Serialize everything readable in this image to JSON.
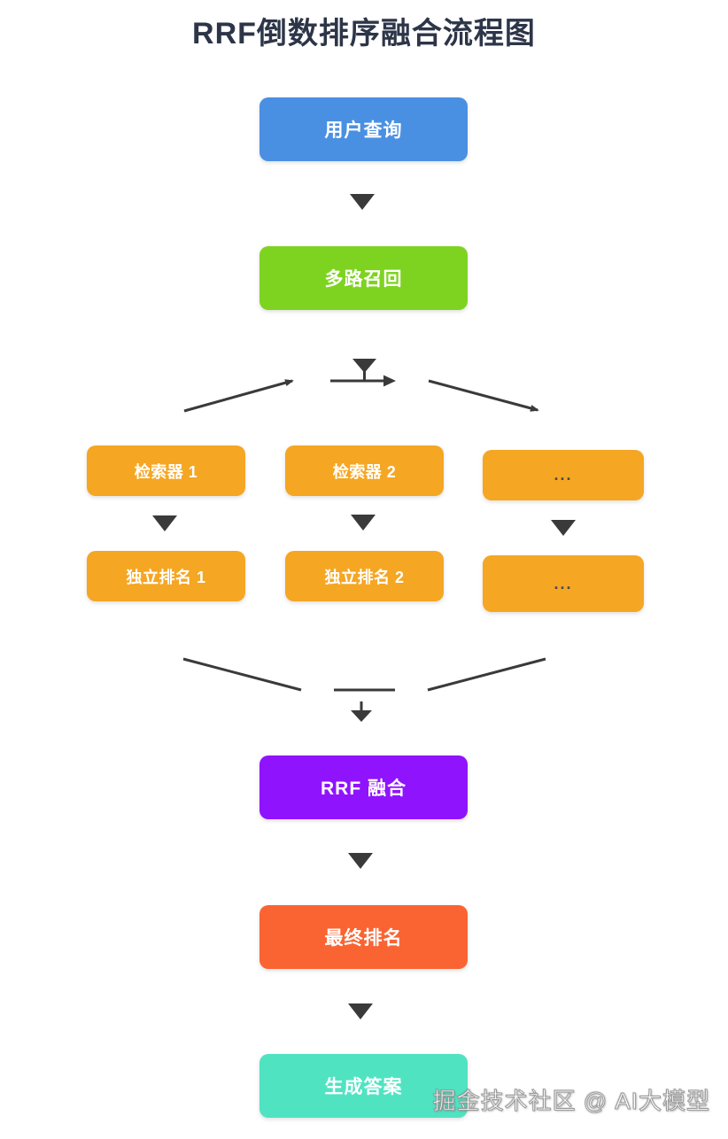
{
  "title": "RRF倒数排序融合流程图",
  "title_color": "#2d3548",
  "arrow_color": "#3a3a3a",
  "watermark": "掘金技术社区 @ AI大模型",
  "nodes": {
    "user_query": {
      "label": "用户查询",
      "color": "#4a90e2"
    },
    "multi_recall": {
      "label": "多路召回",
      "color": "#7ed321"
    },
    "retriever_1": {
      "label": "检索器 1",
      "color": "#f5a623"
    },
    "retriever_2": {
      "label": "检索器 2",
      "color": "#f5a623"
    },
    "retriever_more": {
      "label": "...",
      "color": "#f5a623"
    },
    "ranking_1": {
      "label": "独立排名 1",
      "color": "#f5a623"
    },
    "ranking_2": {
      "label": "独立排名 2",
      "color": "#f5a623"
    },
    "ranking_more": {
      "label": "...",
      "color": "#f5a623"
    },
    "rrf_fusion": {
      "label": "RRF 融合",
      "color": "#9013fe"
    },
    "final_ranking": {
      "label": "最终排名",
      "color": "#fa6432"
    },
    "generate_answer": {
      "label": "生成答案",
      "color": "#50e3c2"
    }
  }
}
